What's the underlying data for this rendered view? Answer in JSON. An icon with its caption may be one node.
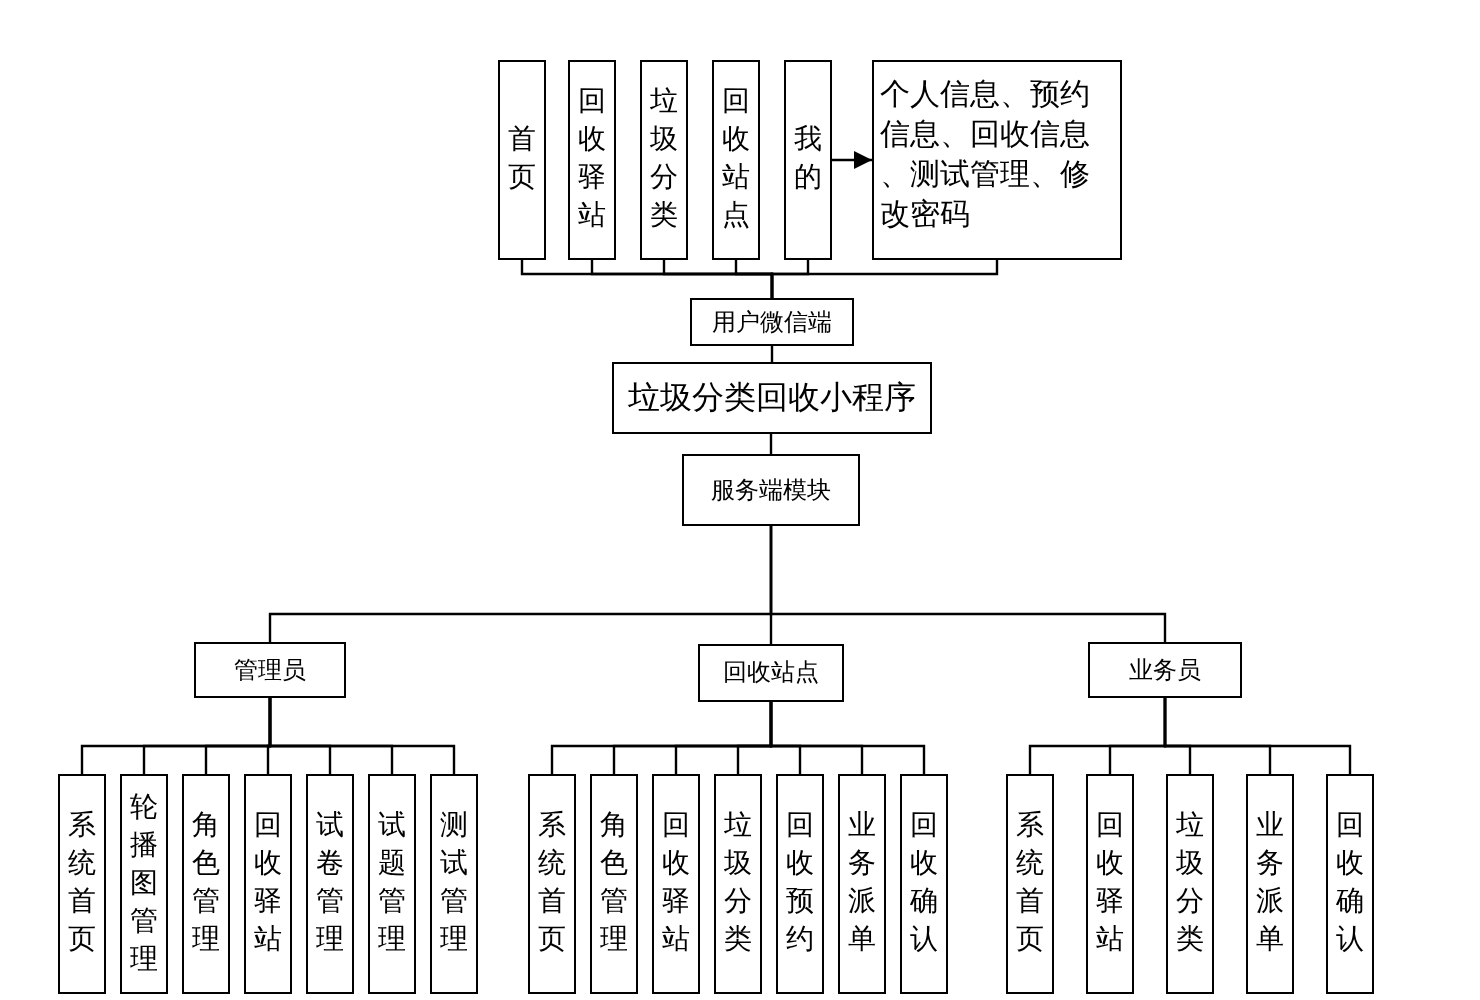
{
  "diagram": {
    "nodes": [
      {
        "text": [
          "首页"
        ]
      },
      {
        "text": [
          "回收驿站"
        ]
      },
      {
        "text": [
          "垃圾分类"
        ]
      },
      {
        "text": [
          "回收站点"
        ]
      },
      {
        "text": [
          "我的"
        ]
      },
      {
        "text": [
          "个人信息、预约信息、回收信息、测试管理、修改密码"
        ]
      },
      {
        "text": [
          "用户微信端"
        ]
      },
      {
        "text": [
          "垃圾分类回收小程序"
        ]
      },
      {
        "text": [
          "服务端模块"
        ]
      },
      {
        "text": [
          "管理员"
        ]
      },
      {
        "text": [
          "回收站点"
        ]
      },
      {
        "text": [
          "业务员"
        ]
      },
      {
        "text": [
          "系统首页"
        ]
      },
      {
        "text": [
          "轮播图管理"
        ]
      },
      {
        "text": [
          "角色管理"
        ]
      },
      {
        "text": [
          "回收驿站"
        ]
      },
      {
        "text": [
          "试卷管理"
        ]
      },
      {
        "text": [
          "试题管理"
        ]
      },
      {
        "text": [
          "测试管理"
        ]
      },
      {
        "text": [
          "系统首页"
        ]
      },
      {
        "text": [
          "角色管理"
        ]
      },
      {
        "text": [
          "回收驿站"
        ]
      },
      {
        "text": [
          "垃圾分类"
        ]
      },
      {
        "text": [
          "回收预约"
        ]
      },
      {
        "text": [
          "业务派单"
        ]
      },
      {
        "text": [
          "回收确认"
        ]
      },
      {
        "text": [
          "系统首页"
        ]
      },
      {
        "text": [
          "回收驿站"
        ]
      },
      {
        "text": [
          "垃圾分类"
        ]
      },
      {
        "text": [
          "业务派单"
        ]
      },
      {
        "text": [
          "回收确认"
        ]
      }
    ],
    "edges": [
      {
        "from": 0,
        "to": 6,
        "arrow": "none"
      },
      {
        "from": 1,
        "to": 6,
        "arrow": "none"
      },
      {
        "from": 2,
        "to": 6,
        "arrow": "none"
      },
      {
        "from": 3,
        "to": 6,
        "arrow": "none"
      },
      {
        "from": 4,
        "to": 6,
        "arrow": "none"
      },
      {
        "from": 5,
        "to": 6,
        "arrow": "none"
      },
      {
        "from": 4,
        "to": 5,
        "arrow": "to"
      },
      {
        "from": 6,
        "to": 7,
        "arrow": "none"
      },
      {
        "from": 7,
        "to": 8,
        "arrow": "none"
      },
      {
        "from": 8,
        "to": 9,
        "arrow": "none"
      },
      {
        "from": 8,
        "to": 10,
        "arrow": "none"
      },
      {
        "from": 8,
        "to": 11,
        "arrow": "none"
      },
      {
        "from": 9,
        "to": 12,
        "arrow": "none"
      },
      {
        "from": 9,
        "to": 13,
        "arrow": "none"
      },
      {
        "from": 9,
        "to": 14,
        "arrow": "none"
      },
      {
        "from": 9,
        "to": 15,
        "arrow": "none"
      },
      {
        "from": 9,
        "to": 16,
        "arrow": "none"
      },
      {
        "from": 9,
        "to": 17,
        "arrow": "none"
      },
      {
        "from": 9,
        "to": 18,
        "arrow": "none"
      },
      {
        "from": 10,
        "to": 19,
        "arrow": "none"
      },
      {
        "from": 10,
        "to": 20,
        "arrow": "none"
      },
      {
        "from": 10,
        "to": 21,
        "arrow": "none"
      },
      {
        "from": 10,
        "to": 22,
        "arrow": "none"
      },
      {
        "from": 10,
        "to": 23,
        "arrow": "none"
      },
      {
        "from": 10,
        "to": 24,
        "arrow": "none"
      },
      {
        "from": 10,
        "to": 25,
        "arrow": "none"
      },
      {
        "from": 11,
        "to": 26,
        "arrow": "none"
      },
      {
        "from": 11,
        "to": 27,
        "arrow": "none"
      },
      {
        "from": 11,
        "to": 28,
        "arrow": "none"
      },
      {
        "from": 11,
        "to": 29,
        "arrow": "none"
      },
      {
        "from": 11,
        "to": 30,
        "arrow": "none"
      }
    ]
  }
}
